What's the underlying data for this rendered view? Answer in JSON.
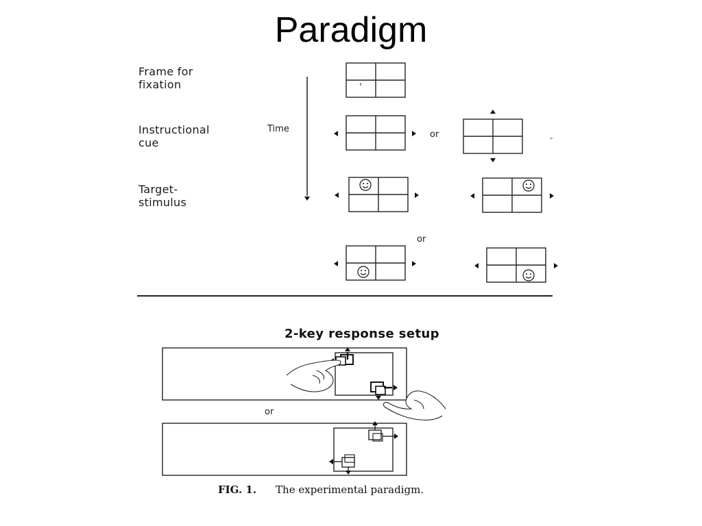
{
  "title": "Paradigm",
  "rows": {
    "fixation": "Frame for\nfixation",
    "cue": "Instructional\ncue",
    "target": "Target-\nstimulus"
  },
  "time_label": "Time",
  "or_label": "or",
  "response": {
    "title": "2-key response setup",
    "or_label": "or"
  },
  "caption": {
    "fig": "FIG. 1.",
    "text": "The experimental paradigm."
  },
  "icons": {
    "face": "smiley-face-icon",
    "arrow": "arrowhead-icon",
    "hand": "hand-icon"
  }
}
